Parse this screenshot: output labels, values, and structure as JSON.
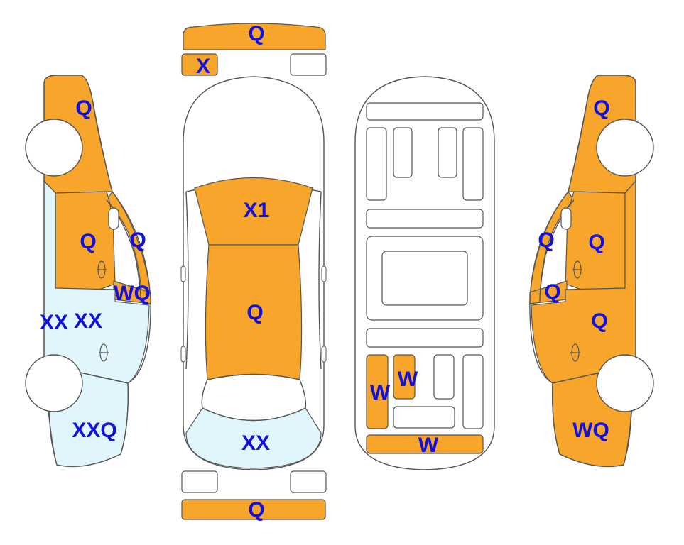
{
  "colors": {
    "damaged": "#f7a52b",
    "light": "#e0f6fc",
    "outline": "#555555",
    "label": "#1010e0",
    "plain": "#ffffff"
  },
  "panels": [
    {
      "id": "front-bumper",
      "status": "damaged"
    },
    {
      "id": "headlight-left",
      "status": "damaged"
    },
    {
      "id": "headlight-right",
      "status": "plain"
    },
    {
      "id": "hood",
      "status": "damaged"
    },
    {
      "id": "roof",
      "status": "damaged"
    },
    {
      "id": "trunk-lid",
      "status": "light"
    },
    {
      "id": "taillight-left",
      "status": "plain"
    },
    {
      "id": "taillight-right",
      "status": "plain"
    },
    {
      "id": "rear-bumper",
      "status": "damaged"
    },
    {
      "id": "left-front-fender",
      "status": "damaged"
    },
    {
      "id": "left-front-door",
      "status": "damaged"
    },
    {
      "id": "left-a-pillar",
      "status": "damaged"
    },
    {
      "id": "left-rear-door",
      "status": "light"
    },
    {
      "id": "left-rear-quarter",
      "status": "light"
    },
    {
      "id": "right-front-fender",
      "status": "damaged"
    },
    {
      "id": "right-front-door",
      "status": "damaged"
    },
    {
      "id": "right-a-pillar",
      "status": "damaged"
    },
    {
      "id": "right-rear-door",
      "status": "damaged"
    },
    {
      "id": "right-rear-quarter",
      "status": "damaged"
    },
    {
      "id": "floor-rear-left",
      "status": "damaged"
    },
    {
      "id": "floor-rear-center",
      "status": "damaged"
    },
    {
      "id": "floor-rear-end",
      "status": "damaged"
    }
  ],
  "labels": {
    "front_bumper": "Q",
    "headlight_left": "X",
    "hood": "X1",
    "roof": "Q",
    "trunk_lid": "XX",
    "rear_bumper": "Q",
    "left_front_fender": "Q",
    "left_front_door": "Q",
    "left_a_pillar": "Q",
    "left_sill": "WQ",
    "left_rear_door_a": "XX",
    "left_rear_door_b": "XX",
    "left_rear_quarter": "XXQ",
    "right_front_fender": "Q",
    "right_a_pillar": "Q",
    "right_front_door": "Q",
    "right_sill": "Q",
    "right_rear_door": "Q",
    "right_rear_quarter": "WQ",
    "floor_rear_left": "W",
    "floor_rear_center": "W",
    "floor_rear_end": "W"
  }
}
